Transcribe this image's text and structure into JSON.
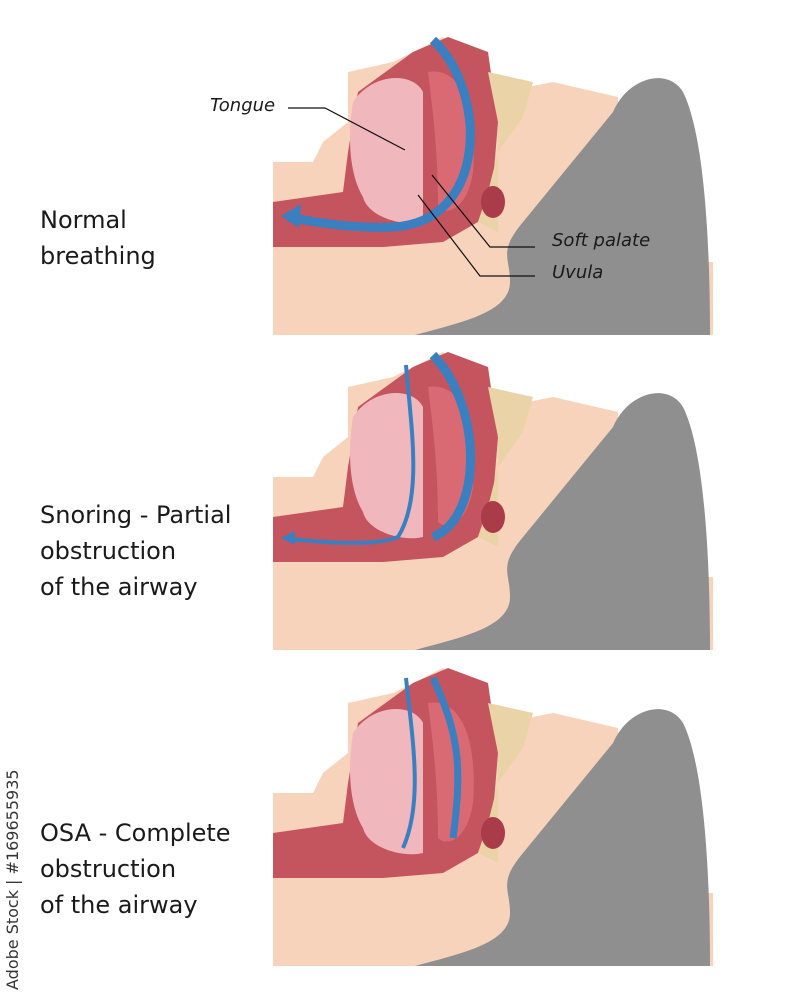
{
  "panels": [
    {
      "caption": "Normal\nbreathing",
      "airway": "open"
    },
    {
      "caption": "Snoring - Partial\nobstruction\nof the airway",
      "airway": "partial"
    },
    {
      "caption": "OSA - Complete\nobstruction\nof the airway",
      "airway": "closed"
    }
  ],
  "labels": {
    "tongue": "Tongue",
    "soft_palate": "Soft palate",
    "uvula": "Uvula"
  },
  "watermark": "Adobe Stock | #169655935",
  "colors": {
    "skin": "#f8d3bc",
    "pillow": "#8f8f8f",
    "tissue": "#c4545e",
    "tongue": "#f0b7bd",
    "air": "#3a7fc0",
    "bone": "#e9d3a7"
  }
}
